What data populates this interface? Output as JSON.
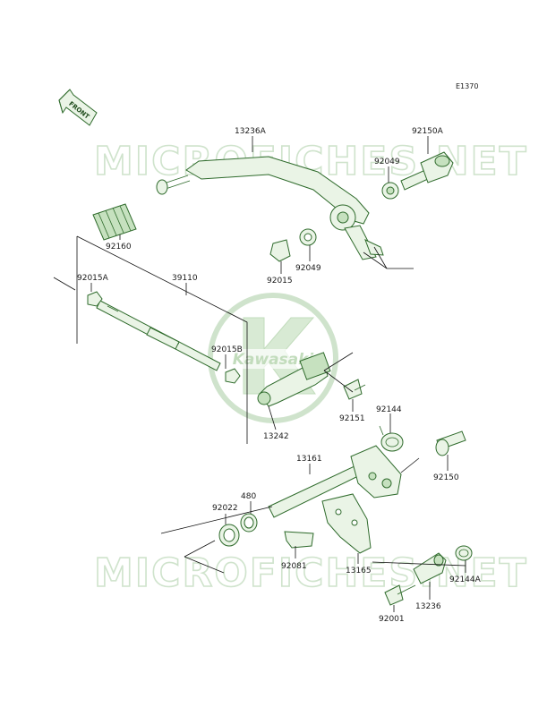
{
  "diagram_code": "E1370",
  "front_marker": "FRONT",
  "watermark": {
    "text": "MICROFICHES.NET",
    "brand": "Kawasaki"
  },
  "labels": {
    "p13236A": "13236A",
    "p92150A": "92150A",
    "p92049a": "92049",
    "p92160": "92160",
    "p92015": "92015",
    "p92049b": "92049",
    "p92015A": "92015A",
    "p39110": "39110",
    "p92015B": "92015B",
    "p92151": "92151",
    "p92144": "92144",
    "p13242": "13242",
    "p13161": "13161",
    "p92150": "92150",
    "p480": "480",
    "p92022": "92022",
    "p92081": "92081",
    "p13165": "13165",
    "p92144A": "92144A",
    "p13236": "13236",
    "p92001": "92001"
  },
  "colors": {
    "part_fill": "#eaf4e6",
    "part_stroke": "#2f6b2c",
    "watermark": "#cfe3cc"
  }
}
